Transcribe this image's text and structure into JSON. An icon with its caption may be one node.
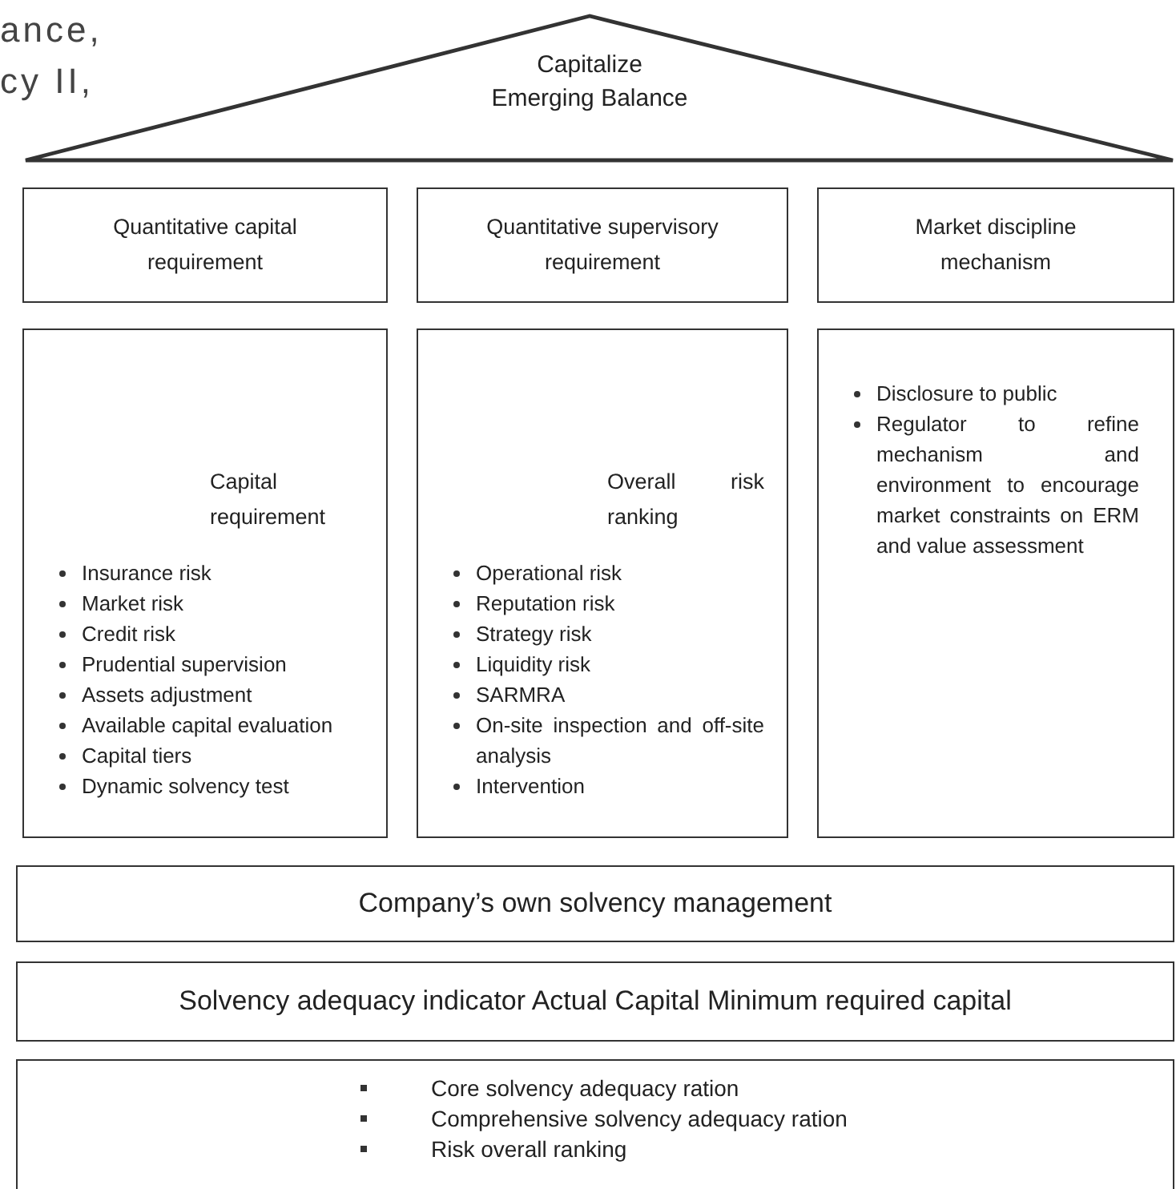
{
  "diagram": {
    "nodes": [
      {
        "text": [
          "Capitalize Emerging Balance"
        ]
      },
      {
        "text": [
          "Quantitative capital requirement"
        ]
      },
      {
        "text": [
          "Quantitative supervisory requirement"
        ]
      },
      {
        "text": [
          "Market discipline mechanism"
        ]
      },
      {
        "text": [
          "Capital requirement",
          "Insurance risk",
          "Market risk",
          "Credit risk",
          "Prudential supervision",
          "Assets adjustment",
          "Available capital evaluation",
          "Capital tiers",
          "Dynamic solvency test"
        ]
      },
      {
        "text": [
          "Overall risk ranking",
          "Operational risk",
          "Reputation risk",
          "Strategy risk",
          "Liquidity risk",
          "SARMRA",
          "On-site inspection and off-site analysis",
          "Intervention"
        ]
      },
      {
        "text": [
          "Disclosure to public",
          "Regulator to refine mechanism and environment to encourage market constraints on ERM and value assessment"
        ]
      },
      {
        "text": [
          "Company’s own solvency management"
        ]
      },
      {
        "text": [
          "Solvency adequacy indicator Actual Capital Minimum required capital"
        ]
      },
      {
        "text": [
          "Core solvency adequacy ration",
          "Comprehensive solvency adequacy ration",
          "Risk overall ranking"
        ]
      }
    ],
    "labels": [
      "ance,",
      "cy II,"
    ]
  }
}
